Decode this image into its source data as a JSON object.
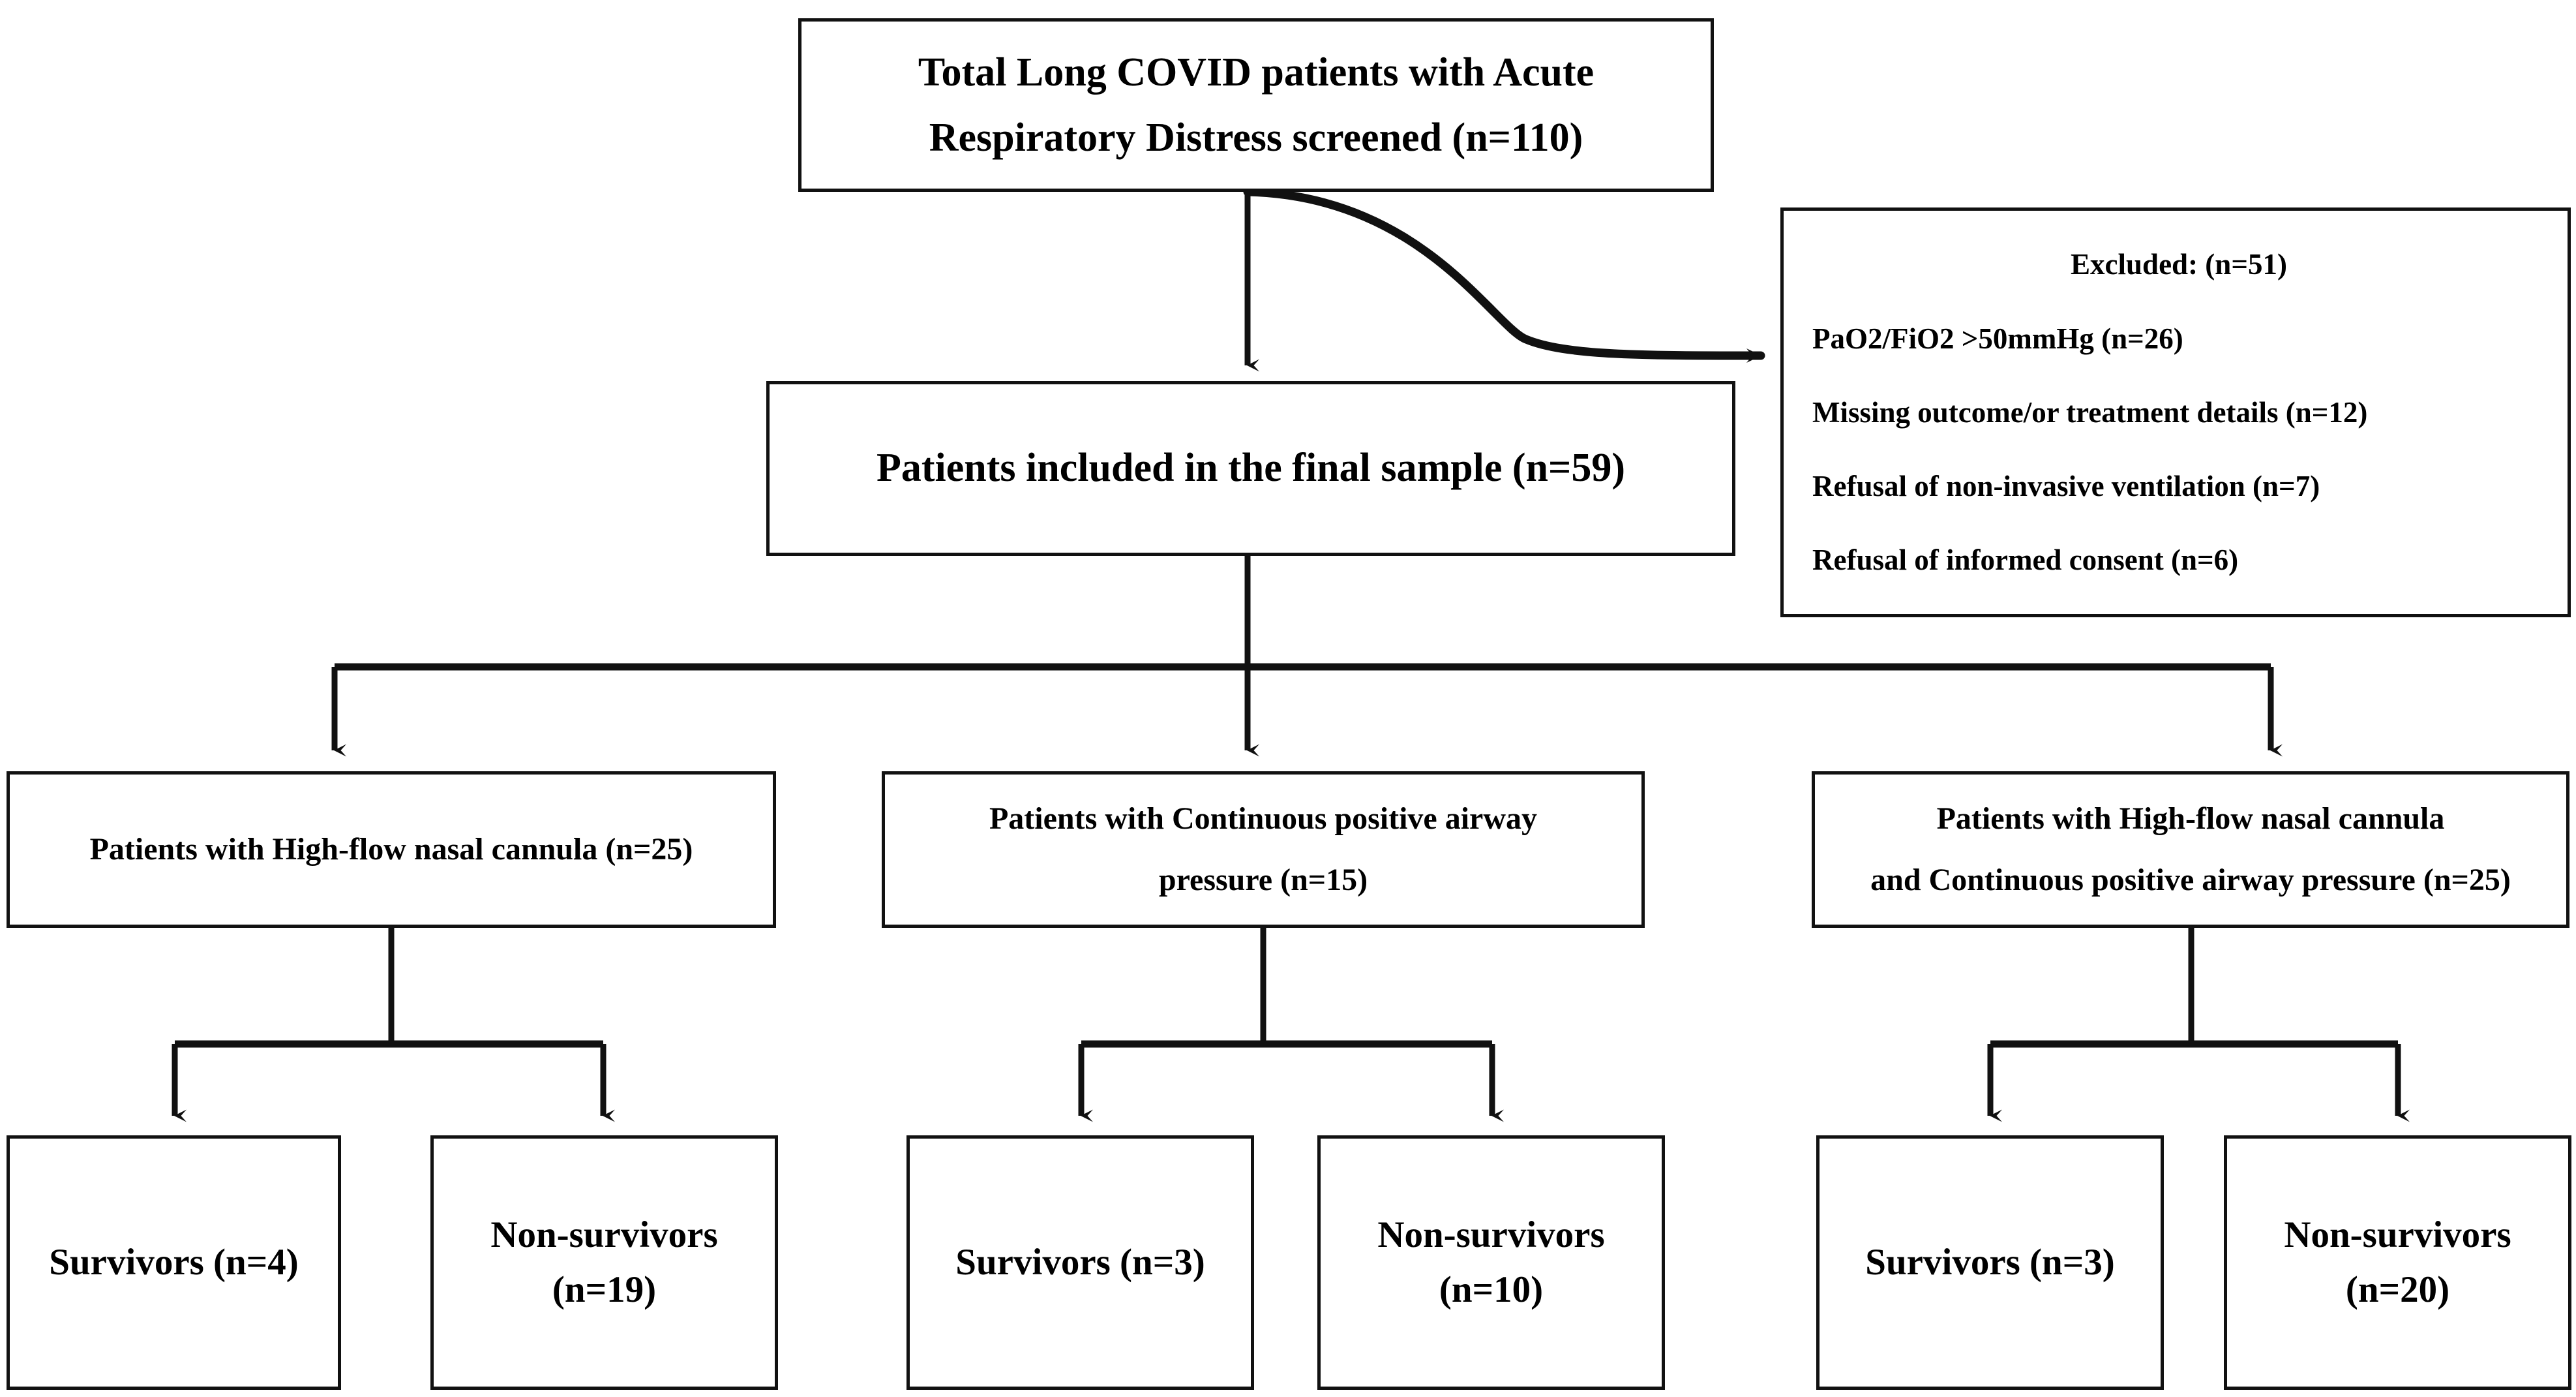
{
  "diagram": {
    "title": "Patient flow diagram",
    "stroke_color": "#111111",
    "background_color": "#ffffff",
    "screened": {
      "line1": "Total Long COVID patients with Acute",
      "line2": "Respiratory Distress screened (n=110)",
      "n": 110
    },
    "excluded": {
      "title": "Excluded: (n=51)",
      "n": 51,
      "reasons": [
        {
          "label": "PaO2/FiO2 >50mmHg (n=26)",
          "n": 26
        },
        {
          "label": "Missing outcome/or treatment details (n=12)",
          "n": 12
        },
        {
          "label": "Refusal of non-invasive ventilation (n=7)",
          "n": 7
        },
        {
          "label": "Refusal of informed consent (n=6)",
          "n": 6
        }
      ]
    },
    "included": {
      "label": "Patients included in the final sample (n=59)",
      "n": 59
    },
    "groups": [
      {
        "line1": "Patients with High-flow nasal cannula (n=25)",
        "line2": "",
        "n": 25,
        "outcomes": [
          {
            "line1": "Survivors (n=4)",
            "line2": "",
            "n": 4
          },
          {
            "line1": "Non-survivors",
            "line2": "(n=19)",
            "n": 19
          }
        ]
      },
      {
        "line1": "Patients with Continuous positive airway",
        "line2": "pressure (n=15)",
        "n": 15,
        "outcomes": [
          {
            "line1": "Survivors (n=3)",
            "line2": "",
            "n": 3
          },
          {
            "line1": "Non-survivors",
            "line2": "(n=10)",
            "n": 10
          }
        ]
      },
      {
        "line1": "Patients with High-flow nasal cannula",
        "line2": "and Continuous positive airway pressure (n=25)",
        "n": 25,
        "outcomes": [
          {
            "line1": "Survivors (n=3)",
            "line2": "",
            "n": 3
          },
          {
            "line1": "Non-survivors",
            "line2": "(n=20)",
            "n": 20
          }
        ]
      }
    ]
  }
}
